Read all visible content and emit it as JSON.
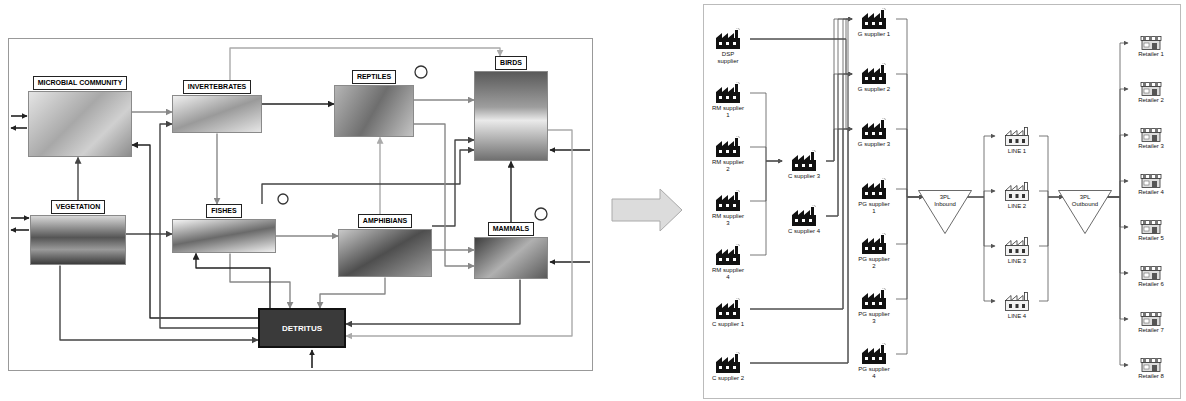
{
  "diagram": {
    "nodes": [
      {
        "text": [
          "MICROBIAL COMMUNITY"
        ]
      },
      {
        "text": [
          "INVERTEBRATES"
        ]
      },
      {
        "text": [
          "REPTILES"
        ]
      },
      {
        "text": [
          "BIRDS"
        ]
      },
      {
        "text": [
          "VEGETATION"
        ]
      },
      {
        "text": [
          "FISHES"
        ]
      },
      {
        "text": [
          "AMPHIBIANS"
        ]
      },
      {
        "text": [
          "MAMMALS"
        ]
      },
      {
        "text": [
          "DETRITUS"
        ]
      },
      {
        "text": [
          "DSP supplier"
        ]
      },
      {
        "text": [
          "RM supplier 1"
        ]
      },
      {
        "text": [
          "RM supplier 2"
        ]
      },
      {
        "text": [
          "RM supplier 3"
        ]
      },
      {
        "text": [
          "RM supplier 4"
        ]
      },
      {
        "text": [
          "C supplier 1"
        ]
      },
      {
        "text": [
          "C supplier 2"
        ]
      },
      {
        "text": [
          "C supplier 3"
        ]
      },
      {
        "text": [
          "C supplier 4"
        ]
      },
      {
        "text": [
          "G supplier 1"
        ]
      },
      {
        "text": [
          "G supplier 2"
        ]
      },
      {
        "text": [
          "G supplier 3"
        ]
      },
      {
        "text": [
          "PG supplier 1"
        ]
      },
      {
        "text": [
          "PG supplier 2"
        ]
      },
      {
        "text": [
          "PG supplier 3"
        ]
      },
      {
        "text": [
          "PG supplier 4"
        ]
      },
      {
        "text": [
          "3PL Inbound"
        ]
      },
      {
        "text": [
          "LINE 1"
        ]
      },
      {
        "text": [
          "LINE 2"
        ]
      },
      {
        "text": [
          "LINE 3"
        ]
      },
      {
        "text": [
          "LINE 4"
        ]
      },
      {
        "text": [
          "3PL Outbound"
        ]
      },
      {
        "text": [
          "Retailer 1"
        ]
      },
      {
        "text": [
          "Retailer 2"
        ]
      },
      {
        "text": [
          "Retailer 3"
        ]
      },
      {
        "text": [
          "Retailer 4"
        ]
      },
      {
        "text": [
          "Retailer 5"
        ]
      },
      {
        "text": [
          "Retailer 6"
        ]
      },
      {
        "text": [
          "Retailer 7"
        ]
      },
      {
        "text": [
          "Retailer 8"
        ]
      }
    ],
    "edges": [
      {
        "from": 4,
        "to": 0,
        "arrow": "to"
      },
      {
        "from": 0,
        "to": 1,
        "arrow": "to"
      },
      {
        "from": 1,
        "to": 2,
        "arrow": "to"
      },
      {
        "from": 2,
        "to": 3,
        "arrow": "to"
      },
      {
        "from": 1,
        "to": 5,
        "arrow": "to"
      },
      {
        "from": 4,
        "to": 5,
        "arrow": "to"
      },
      {
        "from": 5,
        "to": 6,
        "arrow": "to"
      },
      {
        "from": 6,
        "to": 7,
        "arrow": "to"
      },
      {
        "from": 6,
        "to": 2,
        "arrow": "to"
      },
      {
        "from": 7,
        "to": 3,
        "arrow": "to"
      },
      {
        "from": 5,
        "to": 8,
        "arrow": "to"
      },
      {
        "from": 6,
        "to": 8,
        "arrow": "to"
      },
      {
        "from": 7,
        "to": 8,
        "arrow": "to"
      },
      {
        "from": 3,
        "to": 8,
        "arrow": "to"
      },
      {
        "from": 8,
        "to": 0,
        "arrow": "to"
      },
      {
        "from": 8,
        "to": 1,
        "arrow": "to"
      },
      {
        "from": 8,
        "to": 5,
        "arrow": "to"
      },
      {
        "from": 5,
        "to": 3,
        "arrow": "to"
      },
      {
        "from": 1,
        "to": 3,
        "arrow": "to"
      },
      {
        "from": 6,
        "to": 3,
        "arrow": "to"
      },
      {
        "from": 2,
        "to": 7,
        "arrow": "to"
      },
      {
        "from": 4,
        "to": 8,
        "arrow": "to"
      },
      {
        "from": 9,
        "to": 18,
        "arrow": "to"
      },
      {
        "from": 9,
        "to": 19,
        "arrow": "to"
      },
      {
        "from": 9,
        "to": 20,
        "arrow": "to"
      },
      {
        "from": 10,
        "to": 16,
        "arrow": "to"
      },
      {
        "from": 11,
        "to": 16,
        "arrow": "to"
      },
      {
        "from": 12,
        "to": 16,
        "arrow": "to"
      },
      {
        "from": 13,
        "to": 16,
        "arrow": "to"
      },
      {
        "from": 14,
        "to": 18,
        "arrow": "to"
      },
      {
        "from": 14,
        "to": 19,
        "arrow": "to"
      },
      {
        "from": 14,
        "to": 20,
        "arrow": "to"
      },
      {
        "from": 15,
        "to": 18,
        "arrow": "to"
      },
      {
        "from": 15,
        "to": 19,
        "arrow": "to"
      },
      {
        "from": 15,
        "to": 20,
        "arrow": "to"
      },
      {
        "from": 16,
        "to": 18,
        "arrow": "to"
      },
      {
        "from": 16,
        "to": 19,
        "arrow": "to"
      },
      {
        "from": 16,
        "to": 20,
        "arrow": "to"
      },
      {
        "from": 17,
        "to": 18,
        "arrow": "to"
      },
      {
        "from": 17,
        "to": 19,
        "arrow": "to"
      },
      {
        "from": 17,
        "to": 20,
        "arrow": "to"
      },
      {
        "from": 18,
        "to": 25,
        "arrow": "to"
      },
      {
        "from": 19,
        "to": 25,
        "arrow": "to"
      },
      {
        "from": 20,
        "to": 25,
        "arrow": "to"
      },
      {
        "from": 21,
        "to": 25,
        "arrow": "to"
      },
      {
        "from": 22,
        "to": 25,
        "arrow": "to"
      },
      {
        "from": 23,
        "to": 25,
        "arrow": "to"
      },
      {
        "from": 24,
        "to": 25,
        "arrow": "to"
      },
      {
        "from": 25,
        "to": 26,
        "arrow": "to"
      },
      {
        "from": 25,
        "to": 27,
        "arrow": "to"
      },
      {
        "from": 25,
        "to": 28,
        "arrow": "to"
      },
      {
        "from": 25,
        "to": 29,
        "arrow": "to"
      },
      {
        "from": 26,
        "to": 30,
        "arrow": "to"
      },
      {
        "from": 27,
        "to": 30,
        "arrow": "to"
      },
      {
        "from": 28,
        "to": 30,
        "arrow": "to"
      },
      {
        "from": 29,
        "to": 30,
        "arrow": "to"
      },
      {
        "from": 30,
        "to": 31,
        "arrow": "to"
      },
      {
        "from": 30,
        "to": 32,
        "arrow": "to"
      },
      {
        "from": 30,
        "to": 33,
        "arrow": "to"
      },
      {
        "from": 30,
        "to": 34,
        "arrow": "to"
      },
      {
        "from": 30,
        "to": 35,
        "arrow": "to"
      },
      {
        "from": 30,
        "to": 36,
        "arrow": "to"
      },
      {
        "from": 30,
        "to": 37,
        "arrow": "to"
      },
      {
        "from": 30,
        "to": 38,
        "arrow": "to"
      }
    ]
  }
}
